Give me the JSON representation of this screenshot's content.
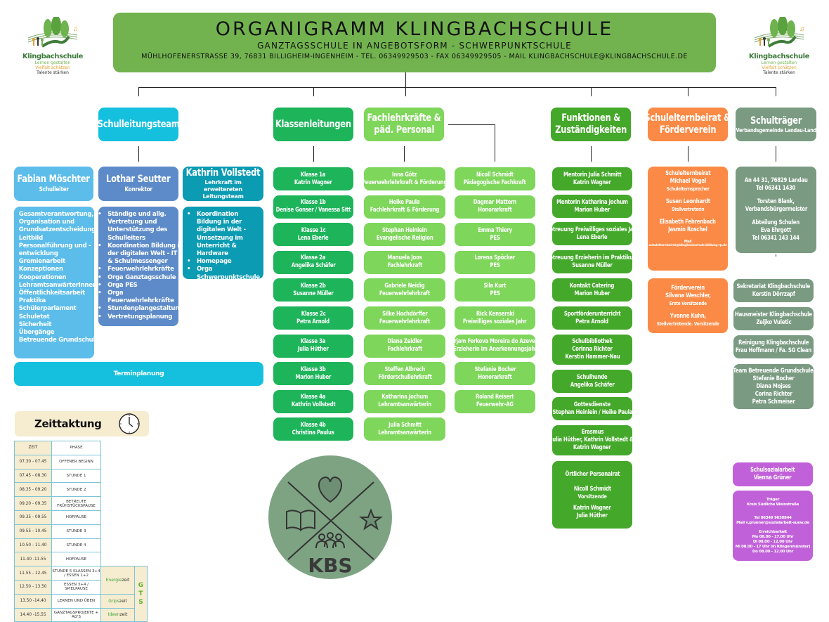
{
  "header": {
    "title": "ORGANIGRAMM KLINGBACHSCHULE",
    "subtitle": "GANZTAGSSCHULE IN ANGEBOTSFORM - SCHWERPUNKTSCHULE",
    "contact": "MÜHLHOFENERSTRASSE 39, 76831 BILLIGHEIM-INGENHEIM - TEL. 06349929503 - FAX 06349929505  - MAIL KLINGBACHSCHULE@KLINGBACHSCHULE.DE"
  },
  "logo": {
    "name": "Klingbachschule",
    "tag1": "Lernen gestalten",
    "tag2": "Vielfalt schätzen",
    "tag3": "Talente stärken"
  },
  "colors": {
    "header": "#72b34f",
    "schulleitung": "#14c0de",
    "klassen": "#1db45a",
    "fach": "#7ed65a",
    "funktionen": "#44a82a",
    "eltern": "#fb8a46",
    "traeger": "#7a9b82",
    "sozial": "#c161d9"
  },
  "schulleitung": {
    "title": "Schulleitungsteam",
    "members": [
      {
        "name": "Fabian Möschter",
        "role": "Schulleiter"
      },
      {
        "name": "Lothar Seutter",
        "role": "Konrektor"
      },
      {
        "name": "Kathrin Vollstedt",
        "role": "Lehrkraft im erweitereten Leitungsteam"
      }
    ],
    "duties_1": [
      "Gesamtverantwortung, Organisation und Grundsatzentscheidungen",
      "Leitbild",
      "Personalführung und -entwicklung",
      "Gremienarbeit",
      "Konzeptionen",
      "Kooperationen",
      "LehramtsanwärterInnen",
      "Öffentlichkeitsarbeit",
      "Praktika",
      "Schülerparlament",
      "Schuletat",
      "Sicherheit",
      "Übergänge",
      "Betreuende Grundschule"
    ],
    "duties_2": [
      "Ständige und allg. Vertretung und Unterstützung des Schulleiters",
      "Koordination Bildung in der digitalen Welt - IT & Schulmessenger",
      "Feuerwehrlehrkräfte",
      "Orga Ganztagsschule",
      "Orga PES",
      "Orga Feuerwehrlehrkräfte",
      "Stundenplangestaltung",
      "Vertretungsplanung"
    ],
    "duties_3": [
      "Koordination Bildung in der digitalen Welt - Umsetzung im Unterricht & Hardware",
      "Homepage",
      "Orga Schwerpunktschule und Förderung"
    ],
    "termin": "Terminplanung"
  },
  "klassen": {
    "title": "Klassenleitungen",
    "items": [
      {
        "l1": "Klasse 1a",
        "l2": "Katrin Wagner"
      },
      {
        "l1": "Klasse 1b",
        "l2": "Denise Gonser / Vanessa Sitt"
      },
      {
        "l1": "Klasse 1c",
        "l2": "Lena Eberle"
      },
      {
        "l1": "Klasse 2a",
        "l2": "Angelika Schäfer"
      },
      {
        "l1": "Klasse 2b",
        "l2": "Susanne Müller"
      },
      {
        "l1": "Klasse 2c",
        "l2": "Petra Arnold"
      },
      {
        "l1": "Klasse 3a",
        "l2": "Julia Hüther"
      },
      {
        "l1": "Klasse 3b",
        "l2": "Marion Huber"
      },
      {
        "l1": "Klasse 4a",
        "l2": "Kathrin Vollstedt"
      },
      {
        "l1": "Klasse 4b",
        "l2": "Christina Paulus"
      }
    ]
  },
  "fach": {
    "title_1": "Fachlehrkräfte &",
    "title_2": "päd. Personal",
    "col1": [
      {
        "l1": "Inna Götz",
        "l2": "Feuerwehrlehrkraft & Förderung"
      },
      {
        "l1": "Heike Paula",
        "l2": "Fachlehrkraft & Förderung"
      },
      {
        "l1": "Stephan Heinlein",
        "l2": "Evangelische Religion"
      },
      {
        "l1": "Manuela Joos",
        "l2": "Fachlehrkraft"
      },
      {
        "l1": "Gabriele Neidig",
        "l2": "Feuerwehrlehrkraft"
      },
      {
        "l1": "Silke Hochdörffer",
        "l2": "Feuerwehrlehrkraft"
      },
      {
        "l1": "Diana Zeidler",
        "l2": "Fachlehrkraft"
      },
      {
        "l1": "Steffen Albrech",
        "l2": "Förderschullehrkraft"
      },
      {
        "l1": "Katharina Jochum",
        "l2": "Lehramtsanwärterin"
      },
      {
        "l1": "Julia Schmitt",
        "l2": "Lehramtsanwärterin"
      }
    ],
    "col2": [
      {
        "l1": "Nicoll Schmidt",
        "l2": "Pädagogische Fachkraft"
      },
      {
        "l1": "Dagmar Mattern",
        "l2": "Honorarkraft"
      },
      {
        "l1": "Emma Thiery",
        "l2": "PES"
      },
      {
        "l1": "Lorena Spöcker",
        "l2": "PES"
      },
      {
        "l1": "Sila Kurt",
        "l2": "PES"
      },
      {
        "l1": "Rick Kenserski",
        "l2": "Freiwilliges soziales Jahr"
      },
      {
        "l1": "Mirjam Ferkova Moreira do Azevedo",
        "l2": "Erzieherin im Anerkennungsjahr"
      },
      {
        "l1": "Stefanie Bocher",
        "l2": "Honorarkraft"
      },
      {
        "l1": "Roland Reisert",
        "l2": "Feuerwehr-AG"
      }
    ]
  },
  "funktionen": {
    "title_1": "Funktionen &",
    "title_2": "Zuständigkeiten",
    "items": [
      {
        "l1": "Mentorin Julia Schmitt",
        "l2": "Katrin Wagner"
      },
      {
        "l1": "Mentorin Katharina Jochum",
        "l2": "Marion Huber"
      },
      {
        "l1": "Betreuung Freiwilliges soziales Jahr",
        "l2": "Lena Eberle"
      },
      {
        "l1": "Betreuung Erzieherin  im Praktikum",
        "l2": "Susanne Müller"
      },
      {
        "l1": "Kontakt Catering",
        "l2": "Marion Huber"
      },
      {
        "l1": "Sportförderunterricht",
        "l2": "Petra Arnold"
      },
      {
        "l1": "Schulbibliothek",
        "l2": "Corinna Richter",
        "l3": "Kerstin Hammer-Nau"
      },
      {
        "l1": "Schulhunde",
        "l2": "Angelika Schäfer"
      },
      {
        "l1": "Gottesdienste",
        "l2": "Stephan Heinlein / Heike Paula"
      },
      {
        "l1": "Erasmus",
        "l2": "Julia Hüther, Kathrin Vollstedt &",
        "l3": "Katrin Wagner"
      }
    ],
    "personalrat": {
      "title": "Örtlicher Personalrat",
      "chair": "Nicoll Schmidt",
      "chair_role": "Vorsitzende",
      "m1": "Katrin Wagner",
      "m2": "Julia Hüther"
    }
  },
  "eltern": {
    "title_1": "Schulelternbeirat &",
    "title_2": "Förderverein",
    "seb": {
      "title": "Schulelternbeirat",
      "p1": "Michael Vogel",
      "p1_role": "Schulelternsprecher",
      "p2": "Susen Leonhardt",
      "p2_role": "Stellvertreterin",
      "p3": "Elisabeth Fehrenbach",
      "p4": "Jasmin Roschel",
      "mail_label": "Mail",
      "mail": "schulelternbeirat@klingbachschule.bildung-rp.de"
    },
    "fv": {
      "title": "Förderverein",
      "p1": "Silvana Weschler,",
      "p1_role": "Erste Vorsitzende",
      "p2": "Yvonne Kuhn,",
      "p2_role": "Stellvertretende. Vorsitzende"
    }
  },
  "traeger": {
    "title": "Schulträger",
    "subtitle": "Verbandsgemeinde Landau-Land",
    "info": {
      "addr": "An 44 31, 76829 Landau",
      "tel": "Tel 06341 1430",
      "p1": "Torsten Blank,",
      "p1_role": "Verbandsbürgermeister",
      "dept": "Abteilung Schulen",
      "p2": "Eva Ehrgott",
      "tel2": "Tel 06341 143 144"
    },
    "items": [
      {
        "l1": "Sekretariat Klingbachschule",
        "l2": "Kerstin Dörrzapf"
      },
      {
        "l1": "Hausmeister Klingbachschule",
        "l2": "Zeljko Vuletic"
      },
      {
        "l1": "Reinigung Klingbachschule",
        "l2": "Frau Hoffmann / Fa. SG Clean"
      }
    ],
    "team": {
      "title": "Team Betreuende Grundschule",
      "members": [
        "Stefanie Bocher",
        "Diana Mojses",
        "Corina Richter",
        "Petra Schmeiser"
      ]
    }
  },
  "sozial": {
    "title": "Schulsozialarbeit",
    "name": "Vienna Grüner",
    "traeger_label": "Träger",
    "traeger": "Kreis Südliche Weinstraße",
    "tel": "Tel 06349 9630844",
    "mail": "Mail v.gruener@sozialarbeit-suew.de",
    "erreich_label": "Erreichbarkeit",
    "times": [
      "Mo 08.00 - 17.00 Uhr",
      "Di 08.00 - 12.00 Uhr",
      "Mi 08.00 - 17 Uhr (in Klingenmünster)",
      "Do 08.00 - 12.00 Uhr"
    ]
  },
  "zeittaktung": {
    "title": "Zeittaktung",
    "col_zeit": "ZEIT",
    "col_phase": "PHASE",
    "rows": [
      {
        "zeit": "07.30 - 07.45",
        "phase": "OFFENER BEGINN"
      },
      {
        "zeit": "07.45 - 08.30",
        "phase": "STUNDE 1"
      },
      {
        "zeit": "08.35 - 09.20",
        "phase": "STUNDE 2"
      },
      {
        "zeit": "09.20 - 09.35",
        "phase": "BETREUTE FRÜHSTÜCKSPAUSE"
      },
      {
        "zeit": "09.35 - 09.55",
        "phase": "HOFPAUSE"
      },
      {
        "zeit": "09.55 - 10.45",
        "phase": "STUNDE 3"
      },
      {
        "zeit": "10.50 - 11.40",
        "phase": "STUNDE 4"
      },
      {
        "zeit": "11.40 -11.55",
        "phase": "HOFPAUSE"
      },
      {
        "zeit": "11.55 - 12.45",
        "phase": "STUNDE 5 KLASSEN 3+4 / ESSEN 1+2"
      },
      {
        "zeit": "12.50 - 13.50",
        "phase": "ESSEN 3+4 / SPIELPAUSE"
      },
      {
        "zeit": "13.50 -14.40",
        "phase": "LERNEN UND ÜBEN"
      },
      {
        "zeit": "14.40 -15.55",
        "phase": "GANZTAGSPROJEKTE + AG'S"
      }
    ],
    "energie_a": "Energie",
    "energie_b": "zeit",
    "grips_a": "Grips",
    "grips_b": "zeit",
    "ideen_a": "Ideen",
    "ideen_b": "zeit",
    "gts": "G T S"
  },
  "emblem": {
    "text": "KBS"
  }
}
